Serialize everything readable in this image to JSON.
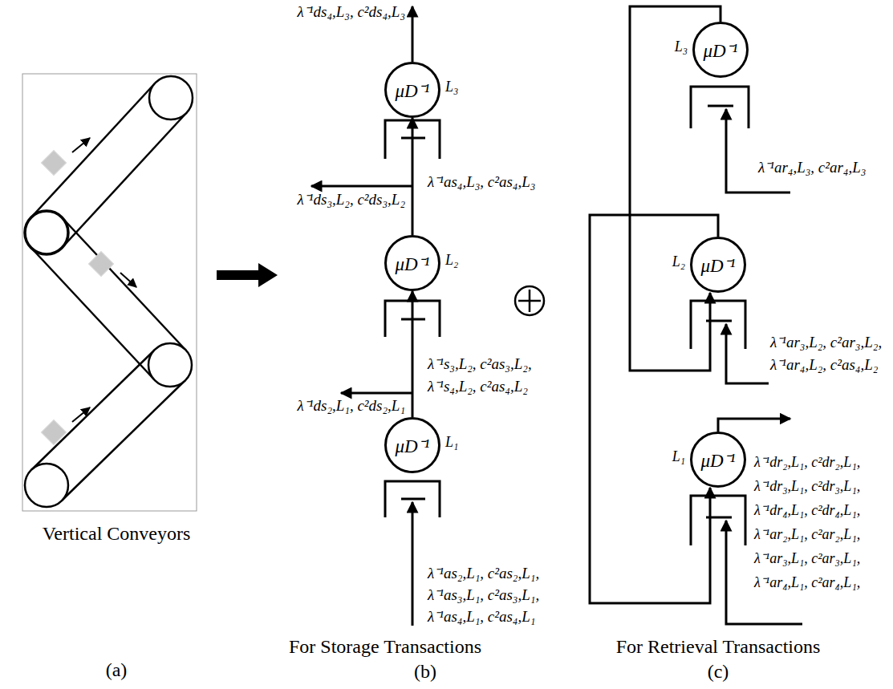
{
  "diagram": {
    "nodes": [
      {
        "text": [
          "μD⁻¹",
          "L₃"
        ]
      },
      {
        "text": [
          "μD⁻¹",
          "L₂"
        ]
      },
      {
        "text": [
          "μD⁻¹",
          "L₁"
        ]
      },
      {
        "text": [
          "μD⁻¹",
          "L₃"
        ]
      },
      {
        "text": [
          "μD⁻¹",
          "L₂"
        ]
      },
      {
        "text": [
          "μD⁻¹",
          "L₁"
        ]
      }
    ],
    "edges": [
      {
        "from": 2,
        "to": 1,
        "arrow": "to"
      },
      {
        "from": 1,
        "to": 0,
        "arrow": "to"
      },
      {
        "from": 3,
        "to": 4,
        "arrow": "to"
      },
      {
        "from": 4,
        "to": 5,
        "arrow": "to"
      }
    ],
    "labels": [
      "Vertical Conveyors",
      "(a)",
      "λ⁻¹ds₄,L₃, c²ds₄,L₃",
      "λ⁻¹as₄,L₃, c²as₄,L₃",
      "λ⁻¹ds₃,L₂, c²ds₃,L₂",
      "λ⁻¹s₃,L₂, c²as₃,L₂,",
      "λ⁻¹s₄,L₂, c²as₄,L₂",
      "λ⁻¹ds₂,L₁, c²ds₂,L₁",
      "λ⁻¹as₂,L₁, c²as₂,L₁,",
      "λ⁻¹as₃,L₁, c²as₃,L₁,",
      "λ⁻¹as₄,L₁, c²as₄,L₁",
      "For Storage Transactions",
      "(b)",
      "λ⁻¹ar₄,L₃, c²ar₄,L₃",
      "λ⁻¹ar₃,L₂, c²ar₃,L₂,",
      "λ⁻¹ar₄,L₂, c²as₄,L₂",
      "λ⁻¹dr₂,L₁, c²dr₂,L₁,",
      "λ⁻¹dr₃,L₁, c²dr₃,L₁,",
      "λ⁻¹dr₄,L₁, c²dr₄,L₁,",
      "λ⁻¹ar₂,L₁, c²ar₂,L₁,",
      "λ⁻¹ar₃,L₁, c²ar₃,L₁,",
      "λ⁻¹ar₄,L₁, c²ar₄,L₁,",
      "For Retrieval Transactions",
      "(c)"
    ]
  }
}
